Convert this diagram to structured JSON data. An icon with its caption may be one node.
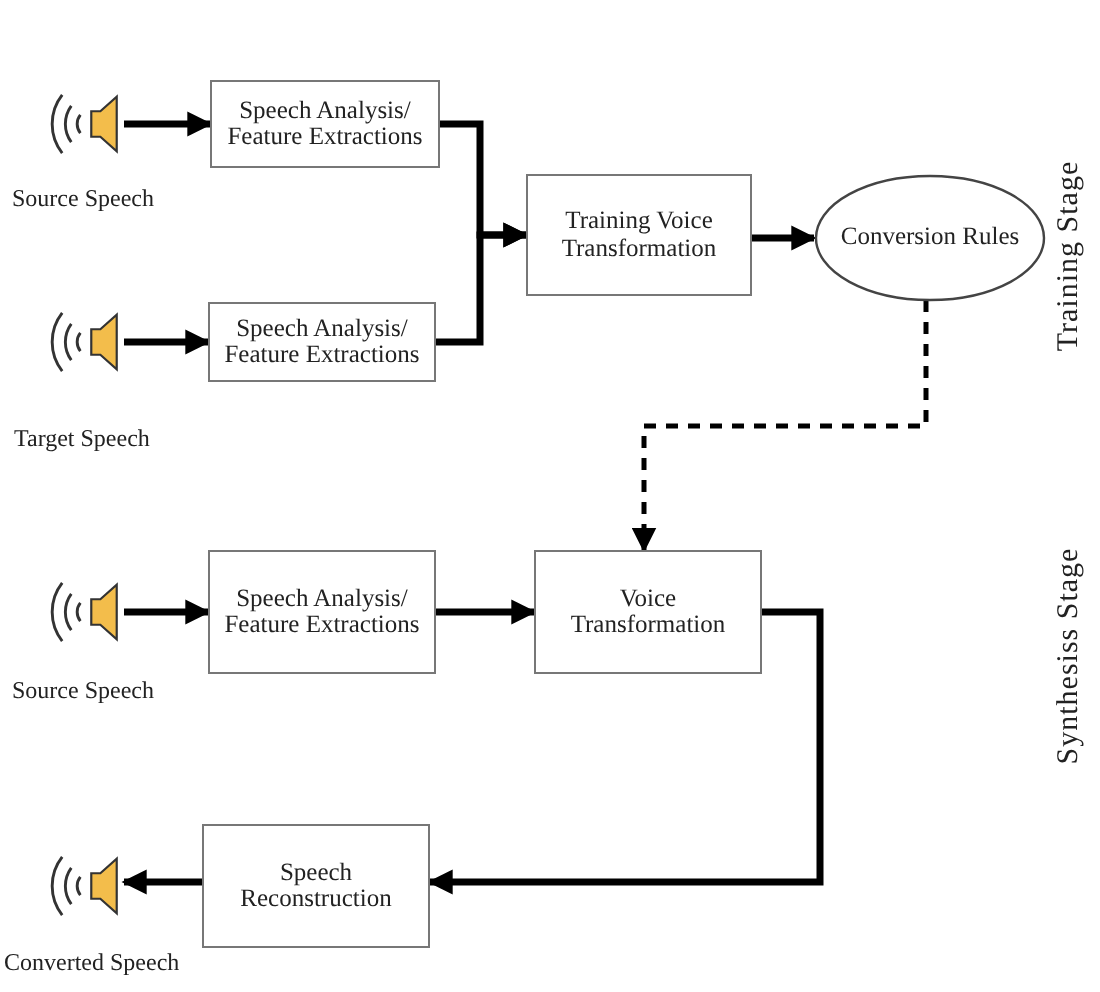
{
  "diagram": {
    "nodes": [
      {
        "text": [],
        "shape": "speaker",
        "beside": [
          "Source Speech"
        ]
      },
      {
        "text": [
          "Speech Analysis/ Feature Extractions"
        ]
      },
      {
        "text": [],
        "shape": "speaker",
        "beside": [
          "Target Speech"
        ]
      },
      {
        "text": [
          "Speech Analysis/ Feature Extractions"
        ]
      },
      {
        "text": [
          "Training Voice Transformation"
        ]
      },
      {
        "text": [
          "Conversion Rules"
        ]
      },
      {
        "text": [],
        "shape": "speaker",
        "beside": [
          "Source Speech"
        ]
      },
      {
        "text": [
          "Speech Analysis/ Feature Extractions"
        ]
      },
      {
        "text": [
          "Voice Transformation"
        ]
      },
      {
        "text": [
          "Speech Reconstruction"
        ]
      },
      {
        "text": [],
        "shape": "speaker",
        "beside": [
          "Converted Speech"
        ]
      }
    ],
    "edges": [
      {
        "from": 0,
        "to": 1,
        "arrow": "to"
      },
      {
        "from": 2,
        "to": 3,
        "arrow": "to"
      },
      {
        "from": 1,
        "to": 4,
        "arrow": "to"
      },
      {
        "from": 3,
        "to": 4,
        "arrow": "to"
      },
      {
        "from": 4,
        "to": 5,
        "arrow": "to"
      },
      {
        "from": 5,
        "to": 8,
        "arrow": "to",
        "style": "dashed"
      },
      {
        "from": 6,
        "to": 7,
        "arrow": "to"
      },
      {
        "from": 7,
        "to": 8,
        "arrow": "to"
      },
      {
        "from": 8,
        "to": 9,
        "arrow": "to"
      },
      {
        "from": 9,
        "to": 10,
        "arrow": "to"
      }
    ],
    "labels": [
      "Training Stage",
      "Synthesiss Stage"
    ]
  }
}
